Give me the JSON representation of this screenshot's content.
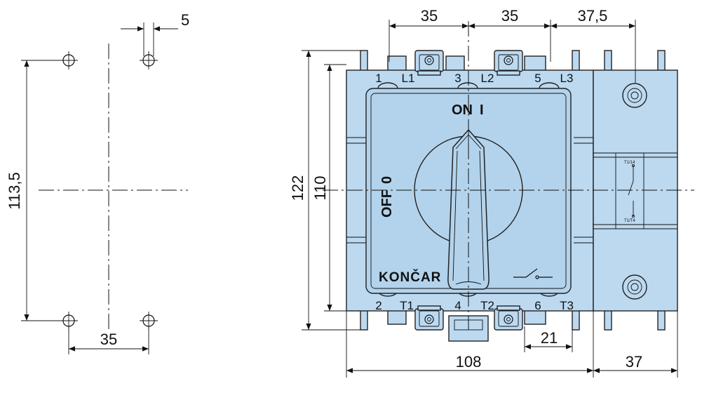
{
  "dimensions": {
    "hole_offset": "5",
    "hole_vertical": "113,5",
    "hole_horizontal": "35",
    "pole_spacing_1": "35",
    "pole_spacing_2": "35",
    "aux_offset": "37,5",
    "overall_height": "122",
    "face_height": "110",
    "overall_width": "108",
    "aux_width": "37",
    "terminal_gap": "21"
  },
  "terminals": {
    "top": [
      {
        "num": "1",
        "name": "L1"
      },
      {
        "num": "3",
        "name": "L2"
      },
      {
        "num": "5",
        "name": "L3"
      }
    ],
    "bottom": [
      {
        "num": "2",
        "name": "T1"
      },
      {
        "num": "4",
        "name": "T2"
      },
      {
        "num": "6",
        "name": "T3"
      }
    ]
  },
  "switch": {
    "on_label": "ON",
    "on_symbol": "I",
    "off_label": "OFF",
    "off_symbol": "0",
    "brand": "KONČAR"
  },
  "aux_contact": {
    "top_label": "T1/14",
    "bottom_label": "T1/T4"
  }
}
